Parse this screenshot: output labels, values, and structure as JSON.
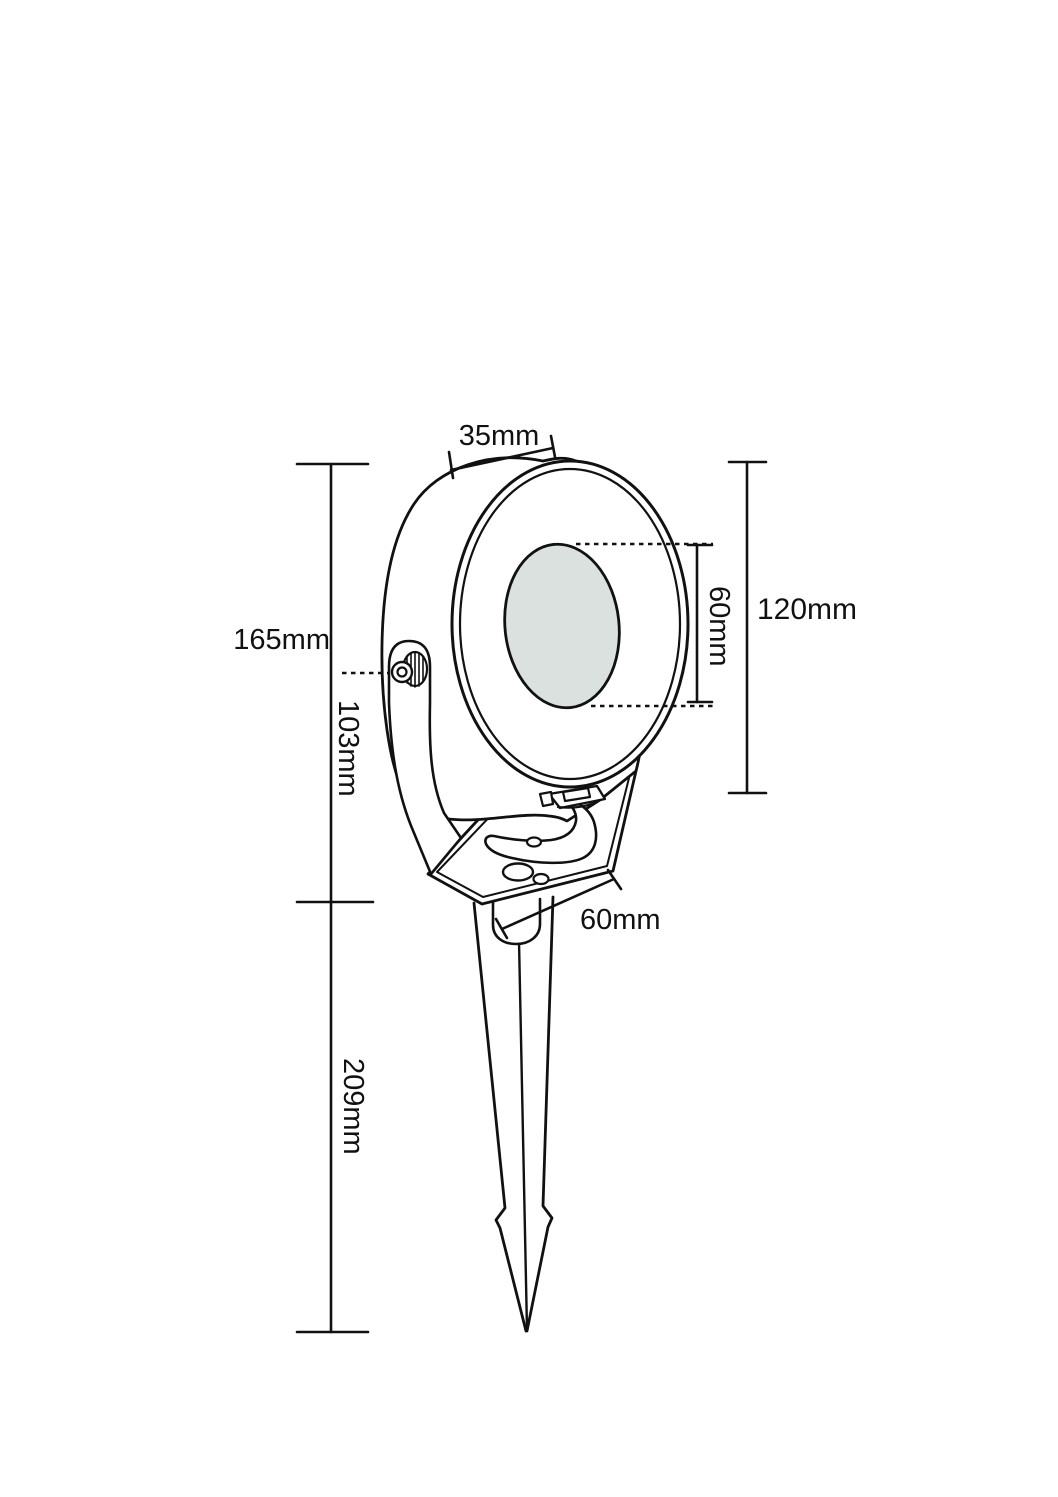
{
  "drawing": {
    "subject": "garden-spike-spotlight-dimension-drawing",
    "background": "#ffffff",
    "line_color": "#111111",
    "lens_fill": "#dae1de",
    "dimensions": {
      "bezel_depth": "35mm",
      "height_to_hinge": "165mm",
      "hinge_to_base": "103mm",
      "lens_diameter": "60mm",
      "head_diameter": "120mm",
      "base_width": "60mm",
      "spike_length": "209mm"
    }
  }
}
